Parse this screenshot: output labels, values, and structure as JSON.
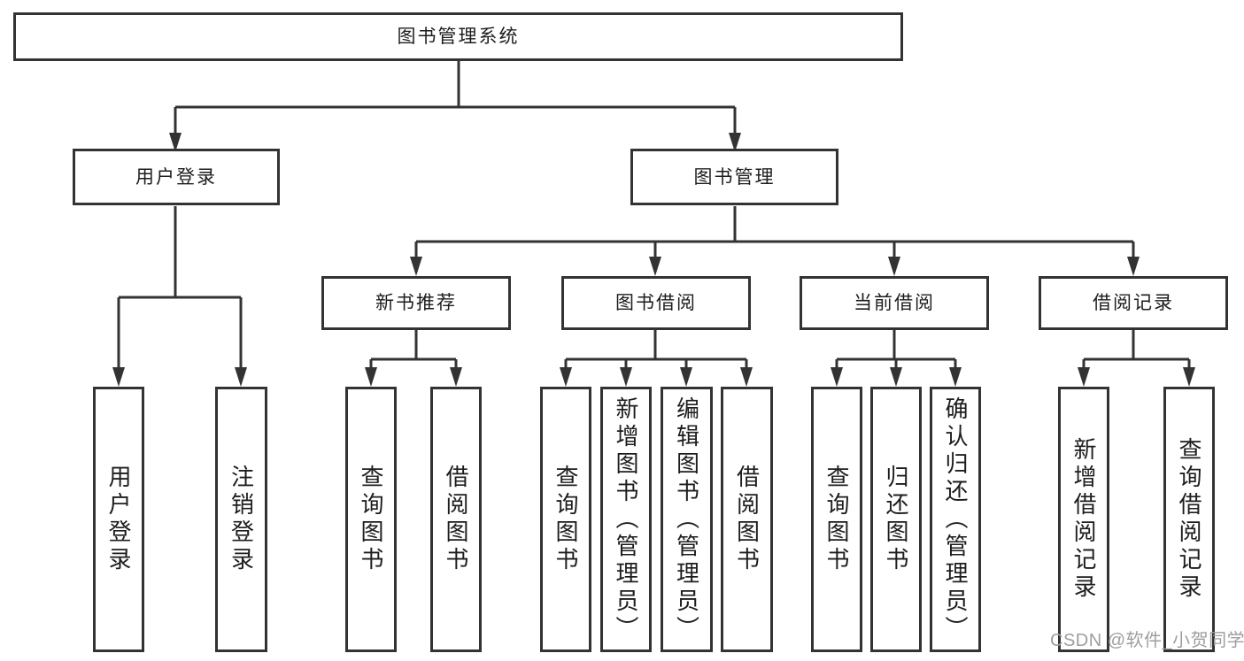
{
  "colors": {
    "line": "#333333",
    "border": "#333333",
    "text": "#1d1d1d",
    "watermark": "#9e9e9e",
    "background": "#ffffff"
  },
  "watermark": {
    "text": "CSDN @软件_小贺同学"
  },
  "tree": {
    "label": "图书管理系统",
    "children": [
      {
        "label": "用户登录",
        "children": [
          {
            "label": "用户登录"
          },
          {
            "label": "注销登录"
          }
        ]
      },
      {
        "label": "图书管理",
        "children": [
          {
            "label": "新书推荐",
            "children": [
              {
                "label": "查询图书"
              },
              {
                "label": "借阅图书"
              }
            ]
          },
          {
            "label": "图书借阅",
            "children": [
              {
                "label": "查询图书"
              },
              {
                "label": "新增图书（管理员）"
              },
              {
                "label": "编辑图书（管理员）"
              },
              {
                "label": "借阅图书"
              }
            ]
          },
          {
            "label": "当前借阅",
            "children": [
              {
                "label": "查询图书"
              },
              {
                "label": "归还图书"
              },
              {
                "label": "确认归还（管理员）"
              }
            ]
          },
          {
            "label": "借阅记录",
            "children": [
              {
                "label": "新增借阅记录"
              },
              {
                "label": "查询借阅记录"
              }
            ]
          }
        ]
      }
    ]
  }
}
